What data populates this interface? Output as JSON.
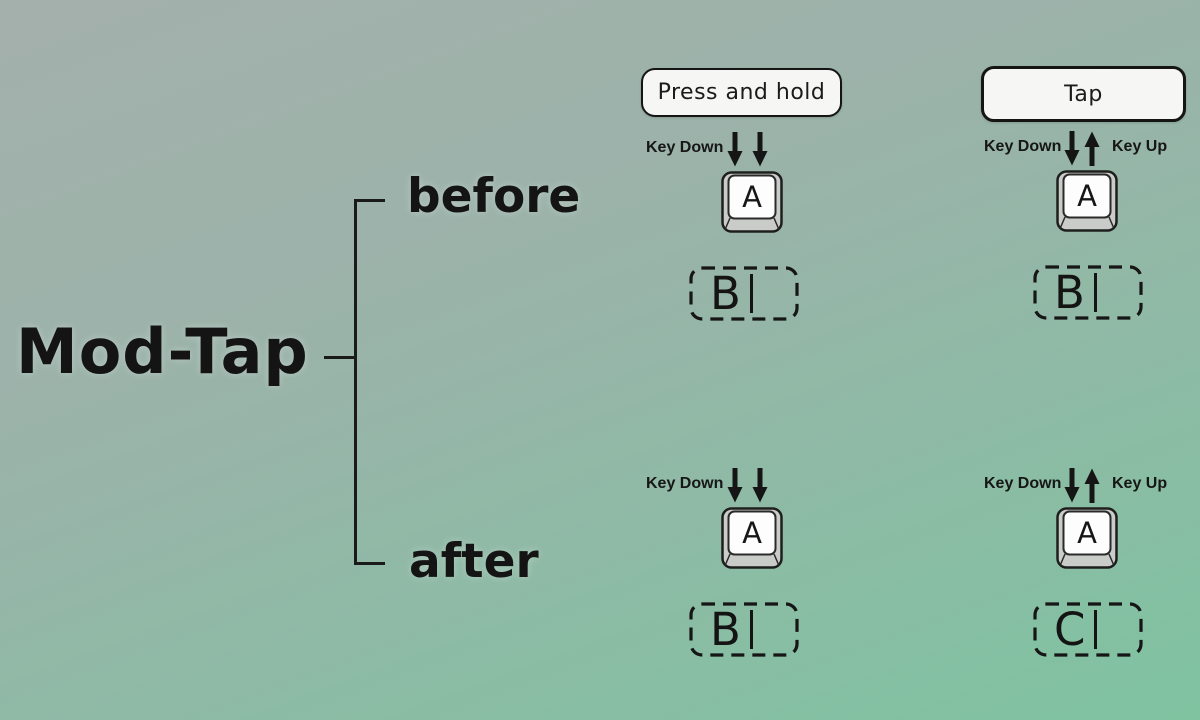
{
  "title": "Mod-Tap",
  "branches": [
    {
      "label": "before"
    },
    {
      "label": "after"
    }
  ],
  "actions": {
    "hold": "Press and hold",
    "tap": "Tap"
  },
  "labels": {
    "key_down": "Key Down",
    "key_up": "Key Up"
  },
  "scenarios": [
    {
      "branch": "before",
      "action": "Press and hold",
      "key": "A",
      "output": "B"
    },
    {
      "branch": "before",
      "action": "Tap",
      "key": "A",
      "output": "B"
    },
    {
      "branch": "after",
      "action": "Press and hold",
      "key": "A",
      "output": "B"
    },
    {
      "branch": "after",
      "action": "Tap",
      "key": "A",
      "output": "C"
    }
  ],
  "colors": {
    "background_top": "#a4b0ac",
    "background_bottom": "#7fc3a1",
    "ink": "#161616",
    "button_fill": "#f6f7f5",
    "keycap_rim": "#c9ccc8",
    "keycap_face": "#fdfdfd"
  }
}
